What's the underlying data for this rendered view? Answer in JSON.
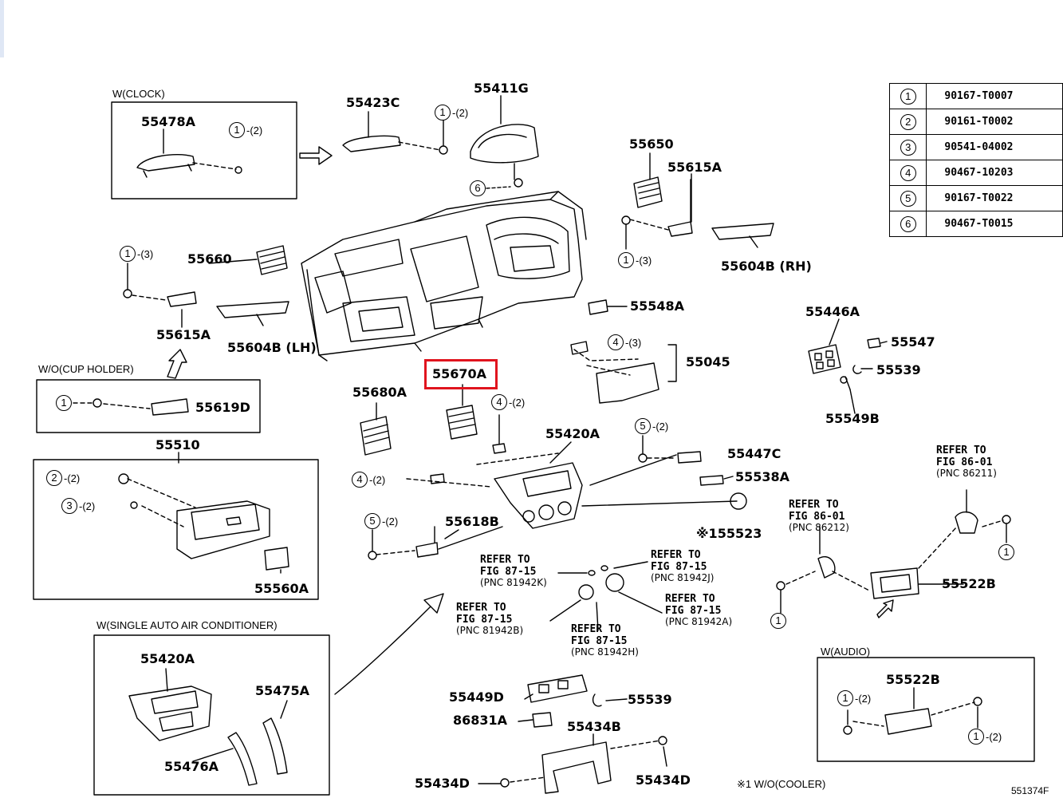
{
  "diagram_code": "551374F",
  "highlight_color": "#e0141e",
  "legend": [
    {
      "key": "1",
      "part": "90167-T0007"
    },
    {
      "key": "2",
      "part": "90161-T0002"
    },
    {
      "key": "3",
      "part": "90541-04002"
    },
    {
      "key": "4",
      "part": "90467-10203"
    },
    {
      "key": "5",
      "part": "90167-T0022"
    },
    {
      "key": "6",
      "part": "90467-T0015"
    }
  ],
  "boxes": {
    "clock": "W(CLOCK)",
    "cup": "W/O(CUP HOLDER)",
    "aircon": "W(SINGLE AUTO AIR CONDITIONER)",
    "audio": "W(AUDIO)"
  },
  "footnote": "※1 W/O(COOLER)",
  "labels": {
    "p55478A": "55478A",
    "p55423C": "55423C",
    "p55411G": "55411G",
    "p55650": "55650",
    "p55615A_r": "55615A",
    "p55604B_rh": "55604B (RH)",
    "p55660": "55660",
    "p55615A_l": "55615A",
    "p55604B_lh": "55604B (LH)",
    "p55548A": "55548A",
    "p55446A": "55446A",
    "p55547": "55547",
    "p55539_a": "55539",
    "p55549B": "55549B",
    "p55045": "55045",
    "p55670A": "55670A",
    "p55680A": "55680A",
    "p55420A": "55420A",
    "p55447C": "55447C",
    "p55538A": "55538A",
    "p55523": "※155523",
    "p55618B": "55618B",
    "p55619D": "55619D",
    "p55510": "55510",
    "p55560A": "55560A",
    "p55522B": "55522B",
    "p55420A_b": "55420A",
    "p55475A": "55475A",
    "p55476A": "55476A",
    "p55449D": "55449D",
    "p55539_b": "55539",
    "p86831A": "86831A",
    "p55434B": "55434B",
    "p55434D_l": "55434D",
    "p55434D_r": "55434D",
    "p55522B_b": "55522B"
  },
  "refs": {
    "r86211": {
      "line1": "REFER TO",
      "line2": "FIG 86-01",
      "pnc": "(PNC 86211)"
    },
    "r86212": {
      "line1": "REFER TO",
      "line2": "FIG 86-01",
      "pnc": "(PNC 86212)"
    },
    "r81942K": {
      "line1": "REFER TO",
      "line2": "FIG 87-15",
      "pnc": "(PNC 81942K)"
    },
    "r81942J": {
      "line1": "REFER TO",
      "line2": "FIG 87-15",
      "pnc": "(PNC 81942J)"
    },
    "r81942B": {
      "line1": "REFER TO",
      "line2": "FIG 87-15",
      "pnc": "(PNC 81942B)"
    },
    "r81942A": {
      "line1": "REFER TO",
      "line2": "FIG 87-15",
      "pnc": "(PNC 81942A)"
    },
    "r81942H": {
      "line1": "REFER TO",
      "line2": "FIG 87-15",
      "pnc": "(PNC 81942H)"
    }
  },
  "callouts": [
    {
      "num": "1",
      "qty": "-(2)"
    },
    {
      "num": "1",
      "qty": "-(2)"
    },
    {
      "num": "6",
      "qty": ""
    },
    {
      "num": "1",
      "qty": "-(3)"
    },
    {
      "num": "1",
      "qty": "-(3)"
    },
    {
      "num": "4",
      "qty": "-(3)"
    },
    {
      "num": "1",
      "qty": ""
    },
    {
      "num": "4",
      "qty": "-(2)"
    },
    {
      "num": "5",
      "qty": "-(2)"
    },
    {
      "num": "2",
      "qty": "-(2)"
    },
    {
      "num": "3",
      "qty": "-(2)"
    },
    {
      "num": "4",
      "qty": "-(2)"
    },
    {
      "num": "5",
      "qty": "-(2)"
    },
    {
      "num": "1",
      "qty": ""
    },
    {
      "num": "1",
      "qty": ""
    },
    {
      "num": "1",
      "qty": "-(2)"
    },
    {
      "num": "1",
      "qty": "-(2)"
    }
  ]
}
